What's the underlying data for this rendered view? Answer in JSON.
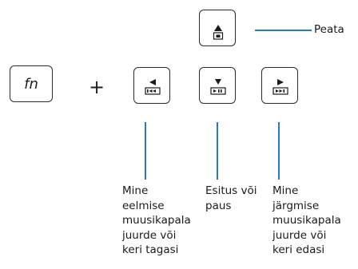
{
  "keys": {
    "fn": "fn",
    "plus": "+",
    "stop_icon": "stop-icon",
    "previous_icon": "previous-track-icon",
    "play_pause_icon": "play-pause-icon",
    "next_icon": "next-track-icon"
  },
  "labels": {
    "stop": "Peata",
    "previous": "Mine\neelmise\nmuusikapala\njuurde või\nkeri tagasi",
    "play_pause": "Esitus või\npaus",
    "next": "Mine\njärgmise\nmuusikapala\njuurde või\nkeri edasi"
  },
  "colors": {
    "callout_line": "#2a7ab8",
    "key_border": "#2b2b2b"
  }
}
